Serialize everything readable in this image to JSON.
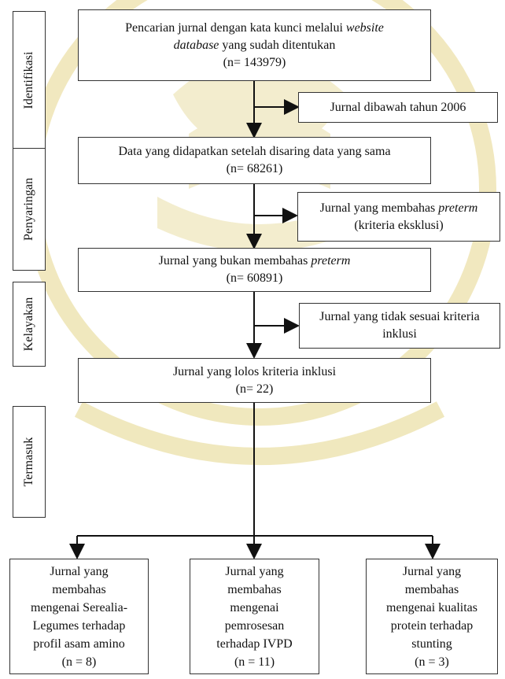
{
  "phases": [
    "Identifikasi",
    "Penyaringan",
    "Kelayakan",
    "Termasuk"
  ],
  "boxes": {
    "search": {
      "text_a": "Pencarian jurnal dengan kata kunci melalui ",
      "italic_a": "website",
      "italic_b": "database",
      "text_b": " yang sudah ditentukan",
      "count": "(n= 143979)"
    },
    "dedup": {
      "line1": "Data yang didapatkan setelah disaring data yang sama",
      "count": "(n= 68261)"
    },
    "nonpreterm": {
      "text": "Jurnal yang bukan membahas ",
      "italic": "preterm",
      "count": "(n= 60891)"
    },
    "included": {
      "line1": "Jurnal yang lolos kriteria inklusi",
      "count": "(n= 22)"
    }
  },
  "exclusions": {
    "year": "Jurnal dibawah tahun 2006",
    "preterm_text": "Jurnal yang membahas ",
    "preterm_italic": "preterm",
    "preterm_line2": "(kriteria eksklusi)",
    "criteria_line1": "Jurnal yang tidak sesuai kriteria",
    "criteria_line2": "inklusi"
  },
  "results": [
    {
      "lines": [
        "Jurnal yang",
        "membahas",
        "mengenai Serealia-",
        "Legumes terhadap",
        "profil asam amino"
      ],
      "count": "(n = 8)"
    },
    {
      "lines": [
        "Jurnal yang",
        "membahas",
        "mengenai",
        "pemrosesan",
        "terhadap IVPD"
      ],
      "count": "(n = 11)"
    },
    {
      "lines": [
        "Jurnal yang",
        "membahas",
        "mengenai kualitas",
        "protein terhadap",
        "stunting"
      ],
      "count": "(n = 3)"
    }
  ]
}
